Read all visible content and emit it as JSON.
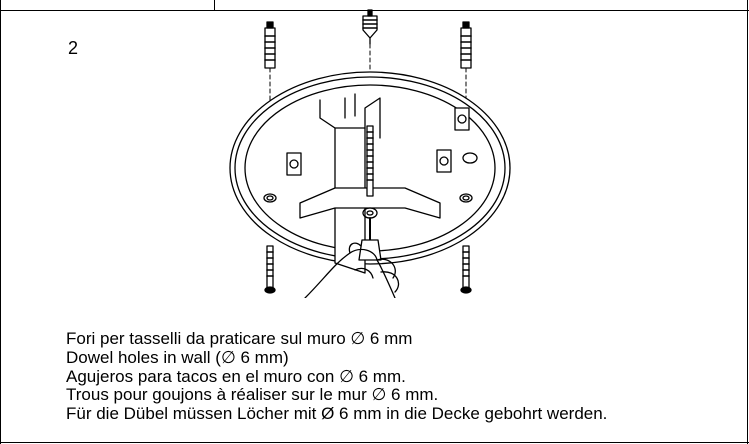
{
  "step_number": "2",
  "captions": [
    "Fori per tasselli da praticare sul muro ∅ 6 mm",
    "Dowel holes in wall (∅ 6 mm)",
    "Agujeros para tacos en el muro con ∅ 6 mm.",
    "Trous pour goujons à réaliser sur le mur ∅ 6 mm.",
    "Für die Dübel müssen Löcher mit Ø 6 mm in die Decke gebohrt werden."
  ],
  "illustration": {
    "depicts": [
      "wall-plugs",
      "ceiling-plate",
      "screws",
      "hand-with-screwdriver"
    ]
  }
}
